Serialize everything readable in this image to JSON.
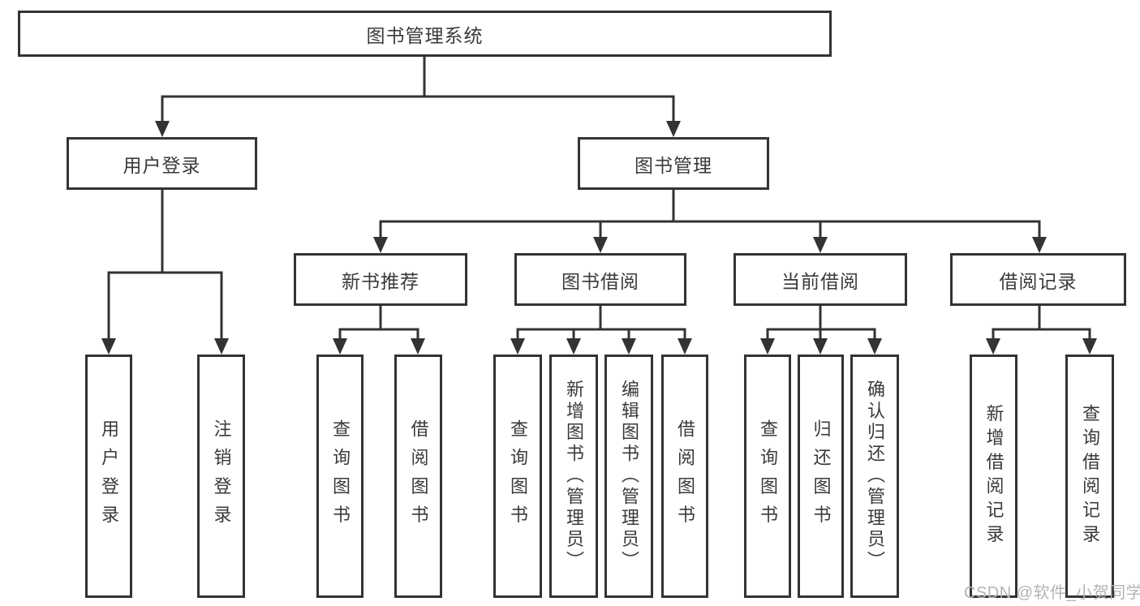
{
  "diagram_title": "图书管理系统",
  "root": {
    "label": "图书管理系统"
  },
  "l2": {
    "user_login": {
      "label": "用户登录"
    },
    "book_mgmt": {
      "label": "图书管理"
    }
  },
  "l3": {
    "new_book": {
      "label": "新书推荐"
    },
    "borrow": {
      "label": "图书借阅"
    },
    "current": {
      "label": "当前借阅"
    },
    "records": {
      "label": "借阅记录"
    }
  },
  "leaves": {
    "user_login": {
      "label": "用户登录"
    },
    "logout": {
      "label": "注销登录"
    },
    "query_book_a": {
      "label": "查询图书"
    },
    "borrow_book_a": {
      "label": "借阅图书"
    },
    "query_book_b": {
      "label": "查询图书"
    },
    "add_book": {
      "label": "新增图书（管理员）"
    },
    "edit_book": {
      "label": "编辑图书（管理员）"
    },
    "borrow_book_b": {
      "label": "借阅图书"
    },
    "query_book_c": {
      "label": "查询图书"
    },
    "return_book": {
      "label": "归还图书"
    },
    "confirm_return": {
      "label": "确认归还（管理员）"
    },
    "add_record": {
      "label": "新增借阅记录"
    },
    "query_record": {
      "label": "查询借阅记录"
    }
  },
  "watermark": {
    "text": "CSDN @软件_小贺同学"
  },
  "colors": {
    "line": "#333333",
    "text": "#3a3a3a",
    "background": "#ffffff",
    "watermark": "#b4b4b4"
  }
}
